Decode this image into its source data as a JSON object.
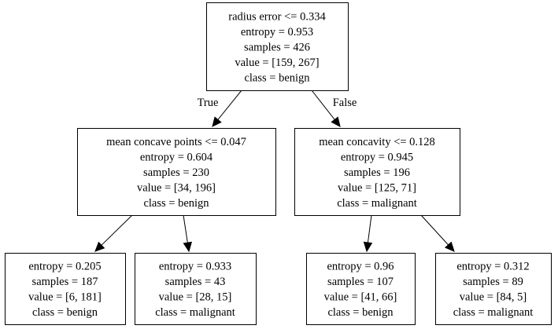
{
  "tree": {
    "nodes": [
      {
        "id": "root",
        "lines": [
          "radius error <= 0.334",
          "entropy = 0.953",
          "samples = 426",
          "value = [159, 267]",
          "class = benign"
        ]
      },
      {
        "id": "left",
        "lines": [
          "mean concave points <= 0.047",
          "entropy = 0.604",
          "samples = 230",
          "value = [34, 196]",
          "class = benign"
        ]
      },
      {
        "id": "right",
        "lines": [
          "mean concavity <= 0.128",
          "entropy = 0.945",
          "samples = 196",
          "value = [125, 71]",
          "class = malignant"
        ]
      },
      {
        "id": "leaf-left-left",
        "lines": [
          "entropy = 0.205",
          "samples = 187",
          "value = [6, 181]",
          "class = benign"
        ]
      },
      {
        "id": "leaf-left-right",
        "lines": [
          "entropy = 0.933",
          "samples = 43",
          "value = [28, 15]",
          "class = malignant"
        ]
      },
      {
        "id": "leaf-right-left",
        "lines": [
          "entropy = 0.96",
          "samples = 107",
          "value = [41, 66]",
          "class = benign"
        ]
      },
      {
        "id": "leaf-right-right",
        "lines": [
          "entropy = 0.312",
          "samples = 89",
          "value = [84, 5]",
          "class = malignant"
        ]
      }
    ],
    "edges": [
      {
        "from": "root",
        "to": "left",
        "label": "True"
      },
      {
        "from": "root",
        "to": "right",
        "label": "False"
      },
      {
        "from": "left",
        "to": "leaf-left-left",
        "label": ""
      },
      {
        "from": "left",
        "to": "leaf-left-right",
        "label": ""
      },
      {
        "from": "right",
        "to": "leaf-right-left",
        "label": ""
      },
      {
        "from": "right",
        "to": "leaf-right-right",
        "label": ""
      }
    ]
  }
}
